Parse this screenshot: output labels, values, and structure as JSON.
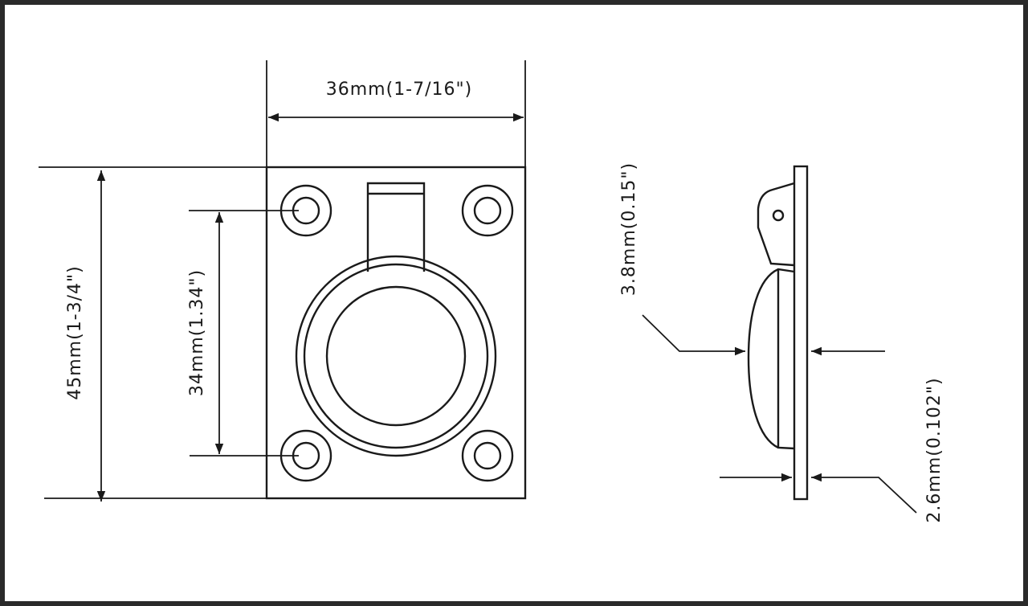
{
  "diagram": {
    "colors": {
      "line": "#1a1a1a",
      "background": "#ffffff",
      "frame": "#2a2a2a"
    },
    "dimensions": {
      "width": "36mm(1-7/16\")",
      "height": "45mm(1-3/4\")",
      "hole_spacing": "34mm(1.34\")",
      "ring_projection": "3.8mm(0.15\")",
      "plate_thickness": "2.6mm(0.102\")"
    }
  }
}
